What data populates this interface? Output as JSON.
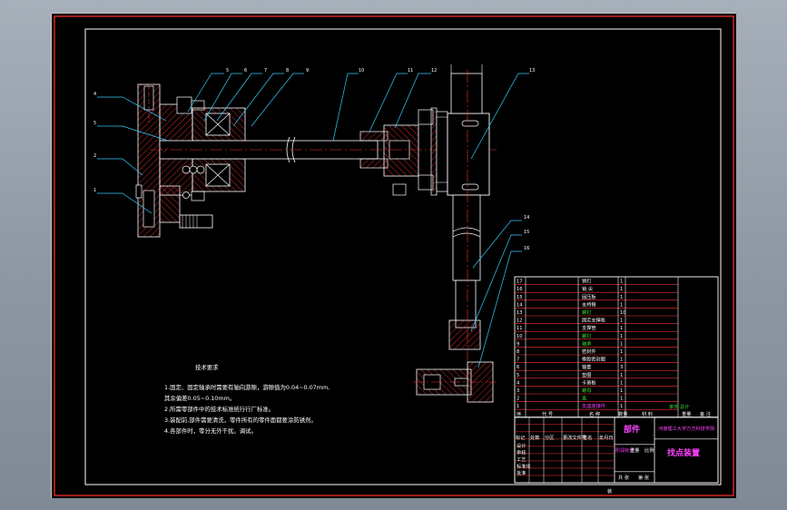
{
  "drawing": {
    "background_color": "#000000",
    "frame_color": "#ff3333",
    "line_color": "#ffffff",
    "leader_color": "#33ccff",
    "hatch_color": "#ff3333"
  },
  "balloons": [
    "4",
    "5",
    "2",
    "1",
    "5",
    "6",
    "7",
    "8",
    "9",
    "10",
    "11",
    "12",
    "13",
    "14",
    "15",
    "16"
  ],
  "tech_requirements": {
    "title": "技术要求",
    "lines": [
      "1.固定、固定轴承时需要有轴向游隙，游隙值为0.04~0.07mm,",
      "  其余偏差0.05~0.10mm。",
      "2.所需零部件中的技术标准统行行厂标准。",
      "3.装配前,部件需要清洗，零件所有的零件面都要涂防锈剂。",
      "4.各部件时，零分无外干扰。调试。"
    ]
  },
  "parts_list": {
    "rows": [
      {
        "no": "17",
        "name": "销钉",
        "qty": "1",
        "name_color": "white"
      },
      {
        "no": "16",
        "name": "销 尖",
        "qty": "1",
        "name_color": "white"
      },
      {
        "no": "15",
        "name": "固压板",
        "qty": "1",
        "name_color": "white"
      },
      {
        "no": "14",
        "name": "支持臂",
        "qty": "1",
        "name_color": "white"
      },
      {
        "no": "13",
        "name": "螺钉",
        "qty": "10",
        "name_color": "green"
      },
      {
        "no": "12",
        "name": "固定支撑板",
        "qty": "1",
        "name_color": "white"
      },
      {
        "no": "11",
        "name": "支撑管",
        "qty": "1",
        "name_color": "white"
      },
      {
        "no": "10",
        "name": "螺钉",
        "qty": "1",
        "name_color": "green"
      },
      {
        "no": "9",
        "name": "轴承",
        "qty": "1",
        "name_color": "green"
      },
      {
        "no": "8",
        "name": "密封件",
        "qty": "1",
        "name_color": "white"
      },
      {
        "no": "7",
        "name": "橡胶密封圈",
        "qty": "1",
        "name_color": "white"
      },
      {
        "no": "6",
        "name": "轴套",
        "qty": "3",
        "name_color": "white"
      },
      {
        "no": "5",
        "name": "垫圈",
        "qty": "1",
        "name_color": "white"
      },
      {
        "no": "4",
        "name": "卡簧板",
        "qty": "1",
        "name_color": "white"
      },
      {
        "no": "3",
        "name": "螺母",
        "qty": "1",
        "name_color": "green"
      },
      {
        "no": "2",
        "name": "盖",
        "qty": "1",
        "name_color": "green"
      },
      {
        "no": "1",
        "name": "支座连接件",
        "qty": "1",
        "name_color": "magenta"
      }
    ],
    "header": {
      "no": "序",
      "code": "代 号",
      "name": "名 称",
      "qty": "数量",
      "material": "材 料",
      "unit_weight": "单件 总计",
      "total": "重量",
      "remark": "备 注"
    }
  },
  "title_block": {
    "part_label": "部件",
    "school": "河南理工大学万方科技学院",
    "drawing_name": "找点装置",
    "row_labels": [
      "标记",
      "处数",
      "分区",
      "更改文件号",
      "签名",
      "年月日"
    ],
    "roles": [
      "设计",
      "审核",
      "工艺",
      "标准化",
      "批准"
    ],
    "stage_labels": [
      "阶段标记",
      "重量",
      "比例"
    ],
    "sheet_labels": [
      "共 张",
      "第 张"
    ],
    "bottom_label": "装"
  }
}
